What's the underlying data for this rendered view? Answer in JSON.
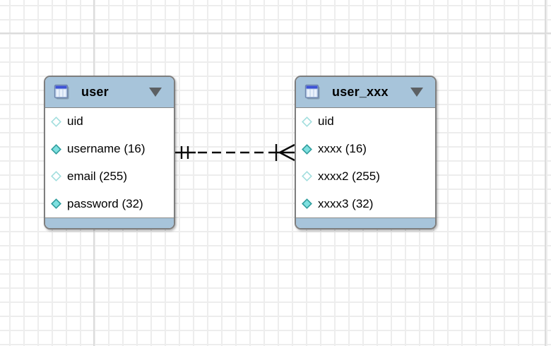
{
  "diagram": {
    "tables": [
      {
        "name": "user",
        "header_icon": "table-grid-icon",
        "collapse_icon": "triangle-down",
        "columns": [
          {
            "label": "uid",
            "icon": "diamond-hollow"
          },
          {
            "label": "username (16)",
            "icon": "diamond-filled"
          },
          {
            "label": "email (255)",
            "icon": "diamond-hollow"
          },
          {
            "label": "password (32)",
            "icon": "diamond-filled"
          }
        ]
      },
      {
        "name": "user_xxx",
        "header_icon": "table-grid-icon",
        "collapse_icon": "triangle-down",
        "columns": [
          {
            "label": "uid",
            "icon": "diamond-hollow"
          },
          {
            "label": "xxxx (16)",
            "icon": "diamond-filled"
          },
          {
            "label": "xxxx2 (255)",
            "icon": "diamond-hollow"
          },
          {
            "label": "xxxx3 (32)",
            "icon": "diamond-filled"
          }
        ]
      }
    ],
    "relationship": {
      "line_style": "dashed",
      "left_marker": "one-and-only-one (||)",
      "right_marker": "many (crow's foot |<)"
    },
    "colors": {
      "table_header_blue": "#a7c4da",
      "table_border_gray": "#7e7e7e",
      "body_white": "#ffffff",
      "diamond_filled_fill": "#7fe0e0",
      "diamond_filled_stroke": "#2f9d9d",
      "diamond_hollow_stroke": "#a2dede",
      "grid_line": "#ededed",
      "page_boundary_line": "#dcdcdc",
      "triangle_gray": "#5c6063",
      "relationship_line": "#000000"
    }
  }
}
